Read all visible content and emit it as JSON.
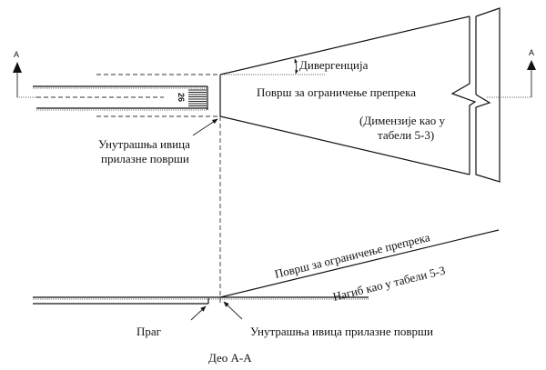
{
  "diagram": {
    "section_marker_left": "A",
    "section_marker_right": "A",
    "runway_designator": "26",
    "divergence_label": "Дивергенција",
    "surface_label_plan": "Површ за ограничење препрека",
    "dimensions_label_line1": "(Димензије као у",
    "dimensions_label_line2": "табели 5-3)",
    "inner_edge_plan_line1": "Унутрашња ивица",
    "inner_edge_plan_line2": "прилазне површи",
    "surface_label_section": "Површ за ограничење препрека",
    "slope_label": "Нагиб као у табели 5-3",
    "threshold_label": "Праг",
    "inner_edge_section": "Унутрашња ивица прилазне површи",
    "section_title": "Део А-А"
  }
}
